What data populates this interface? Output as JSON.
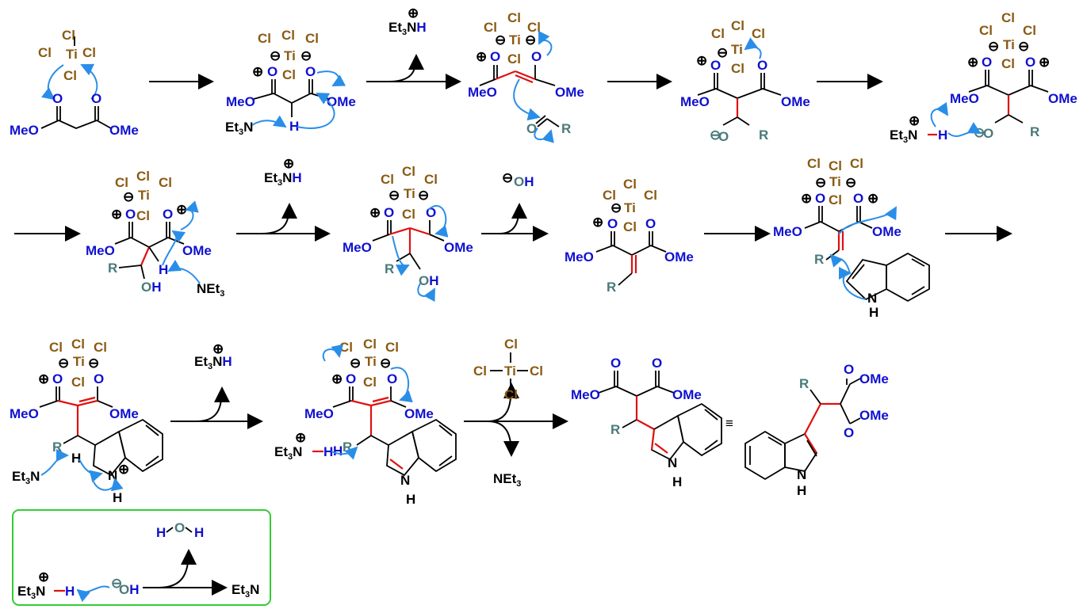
{
  "colors": {
    "titanium": "#8a5a12",
    "oxygen": "#1010d0",
    "hydrogen": "#1010d0",
    "r_group": "#4a7a7a",
    "new_bond": "#e01010",
    "electron_arrow": "#2a8ee8",
    "box_border": "#33cc33"
  },
  "labels": {
    "ticl4": [
      "Cl",
      "Cl",
      "Cl",
      "Ti",
      "Cl"
    ],
    "tic": "Ti",
    "cl": "Cl",
    "meo": "MeO",
    "ome": "OMe",
    "o": "O",
    "h": "H",
    "r": "R",
    "oh": "OH",
    "et3n": "Et",
    "et3n_n": "N",
    "net3": "NEt",
    "sub3": "3",
    "et3nh_plus": "Et3NH",
    "hydroxide": "OH",
    "plus": "⊕",
    "minus": "⊖",
    "equiv": "≡",
    "ticl3_center": "Ti",
    "water": [
      "H",
      "O",
      "H"
    ],
    "nh": "N",
    "nh_h": "H"
  }
}
